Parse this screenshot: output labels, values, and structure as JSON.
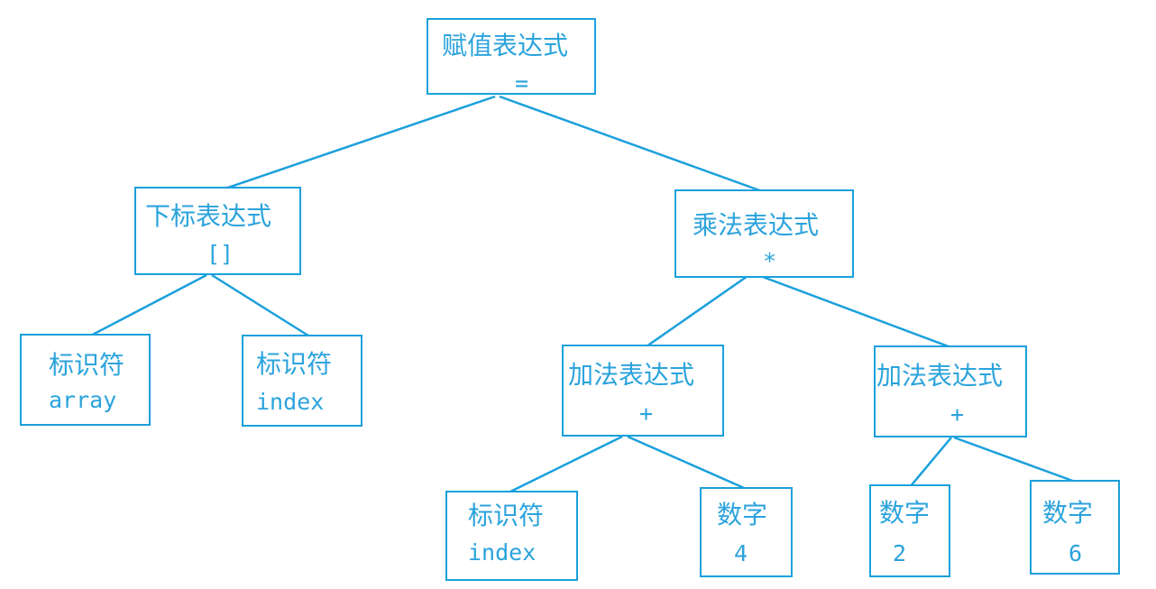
{
  "nodes": [
    {
      "id": "root",
      "label": "赋值表达式",
      "symbol": "="
    },
    {
      "id": "sub",
      "label": "下标表达式",
      "symbol": "[]"
    },
    {
      "id": "mul",
      "label": "乘法表达式",
      "symbol": "*"
    },
    {
      "id": "id1",
      "label": "标识符",
      "symbol": "array"
    },
    {
      "id": "id2",
      "label": "标识符",
      "symbol": "index"
    },
    {
      "id": "add1",
      "label": "加法表达式",
      "symbol": "+"
    },
    {
      "id": "add2",
      "label": "加法表达式",
      "symbol": "+"
    },
    {
      "id": "id3",
      "label": "标识符",
      "symbol": "index"
    },
    {
      "id": "num4",
      "label": "数字",
      "symbol": "4"
    },
    {
      "id": "num2",
      "label": "数字",
      "symbol": "2"
    },
    {
      "id": "num6",
      "label": "数字",
      "symbol": "6"
    }
  ],
  "edges": [
    [
      "root",
      "sub"
    ],
    [
      "root",
      "mul"
    ],
    [
      "sub",
      "id1"
    ],
    [
      "sub",
      "id2"
    ],
    [
      "mul",
      "add1"
    ],
    [
      "mul",
      "add2"
    ],
    [
      "add1",
      "id3"
    ],
    [
      "add1",
      "num4"
    ],
    [
      "add2",
      "num2"
    ],
    [
      "add2",
      "num6"
    ]
  ],
  "colors": {
    "stroke": "#1aa0dc",
    "text": "#2ba3dc",
    "background": "#ffffff"
  }
}
